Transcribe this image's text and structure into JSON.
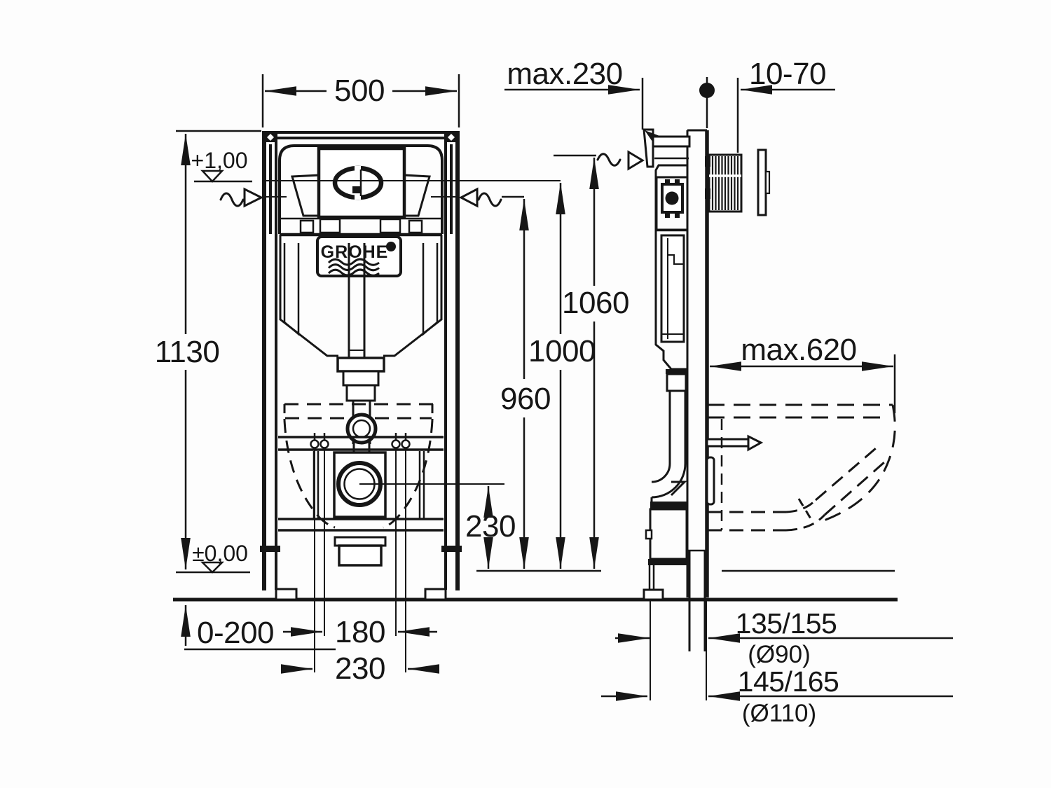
{
  "drawing": {
    "brand": "GROHE",
    "front": {
      "width": "500",
      "height": "1130",
      "level_plus": "+1,00",
      "level_zero": "±0,00",
      "floor_range": "0-200",
      "bolt_span": "180",
      "outer_span": "230",
      "outlet_height": "230",
      "h960": "960",
      "h1000": "1000",
      "h1060": "1060"
    },
    "side": {
      "depth_max": "max.230",
      "plate_range": "10-70",
      "bowl_max": "max.620",
      "outlet1": "135/155",
      "outlet1_dia": "(Ø90)",
      "outlet2": "145/165",
      "outlet2_dia": "(Ø110)"
    }
  }
}
